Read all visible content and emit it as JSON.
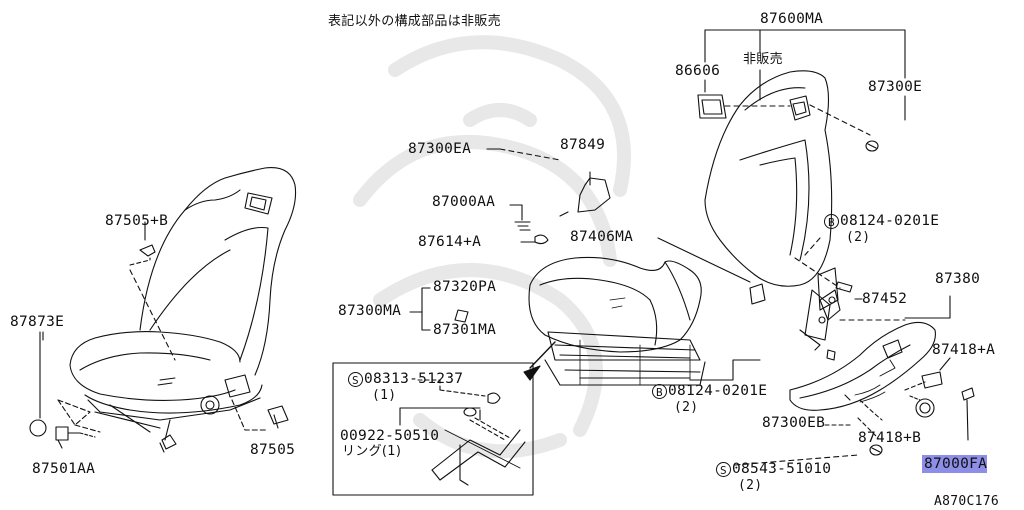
{
  "header_note": "表記以外の構成部品は非販売",
  "colors": {
    "highlight": "#8c8ee8",
    "line": "#111111",
    "watermark": "#e6e6e6"
  },
  "labels": {
    "p87600MA": "87600MA",
    "hihanbai": "非販売",
    "p86606": "86606",
    "p87300E": "87300E",
    "p87300EA": "87300EA",
    "p87849": "87849",
    "p87000AA": "87000AA",
    "p87614A": "87614+A",
    "p87406MA": "87406MA",
    "b08124_top": "08124-0201E",
    "b08124_top_qty": "(2)",
    "p87380": "87380",
    "p87452": "87452",
    "p87320PA": "87320PA",
    "p87300MA": "87300MA",
    "p87301MA": "87301MA",
    "p87418A": "87418+A",
    "b08124_bot": "08124-0201E",
    "b08124_bot_qty": "(2)",
    "p87300EB": "87300EB",
    "p87418B": "87418+B",
    "s08543": "08543-51010",
    "s08543_qty": "(2)",
    "p87000FA": "87000FA",
    "p87505B": "87505+B",
    "p87873E": "87873E",
    "p87501AA": "87501AA",
    "p87505": "87505",
    "s08313": "08313-51237",
    "s08313_qty": "(1)",
    "p00922": "00922-50510",
    "ring": "リング(1)",
    "diagram_code": "A870C176",
    "mark_b": "B",
    "mark_s": "S"
  }
}
